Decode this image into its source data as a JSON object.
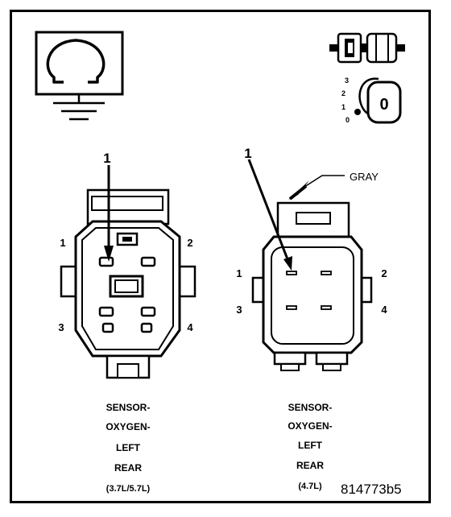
{
  "meter_symbol": {
    "icon": "ohm-meter-icon",
    "symbol": "Ω"
  },
  "probe_legend": {
    "icon": "terminal-probe-icon",
    "dial_icon": "selector-dial-icon",
    "dial_positions": [
      "3",
      "2",
      "1",
      "0"
    ],
    "dial_value": "0"
  },
  "left_connector": {
    "callout": "1",
    "pins": [
      "1",
      "2",
      "3",
      "4"
    ],
    "caption": [
      "SENSOR-",
      "OXYGEN-",
      "LEFT",
      "REAR",
      "(3.7L/5.7L)"
    ]
  },
  "right_connector": {
    "callout": "1",
    "color_label": "GRAY",
    "pins": [
      "1",
      "2",
      "3",
      "4"
    ],
    "caption": [
      "SENSOR-",
      "OXYGEN-",
      "LEFT",
      "REAR",
      "(4.7L)"
    ]
  },
  "figure_id": "814773b5"
}
